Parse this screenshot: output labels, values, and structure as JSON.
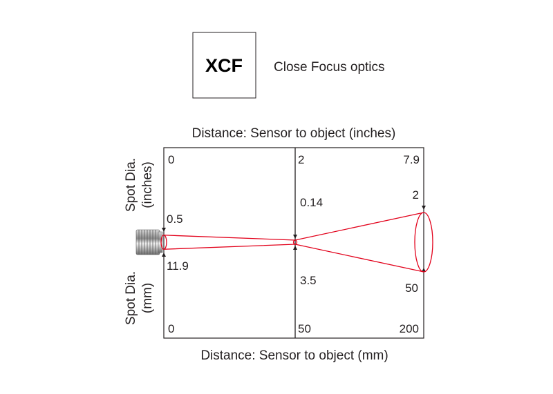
{
  "header": {
    "model_code": "XCF",
    "description": "Close Focus optics"
  },
  "axes": {
    "top_title": "Distance: Sensor to object (inches)",
    "bottom_title": "Distance: Sensor to object (mm)",
    "left_upper_title": [
      "Spot Dia.",
      "(inches)"
    ],
    "left_lower_title": [
      "Spot Dia.",
      "(mm)"
    ]
  },
  "chart_data": {
    "type": "diagram",
    "distance_inches": [
      "0",
      "2",
      "7.9"
    ],
    "distance_mm": [
      "0",
      "50",
      "200"
    ],
    "spot_diameter_inches": [
      "0.5",
      "0.14",
      "2"
    ],
    "spot_diameter_mm": [
      "11.9",
      "3.5",
      "50"
    ],
    "mm": {
      "distance": [
        0,
        50,
        200
      ],
      "spot_diameter": [
        11.9,
        3.5,
        50
      ]
    }
  },
  "colors": {
    "beam": "#e2001a",
    "frame": "#231f20",
    "text": "#231f20"
  },
  "icons": {
    "sensor": "sensor-head-icon"
  }
}
